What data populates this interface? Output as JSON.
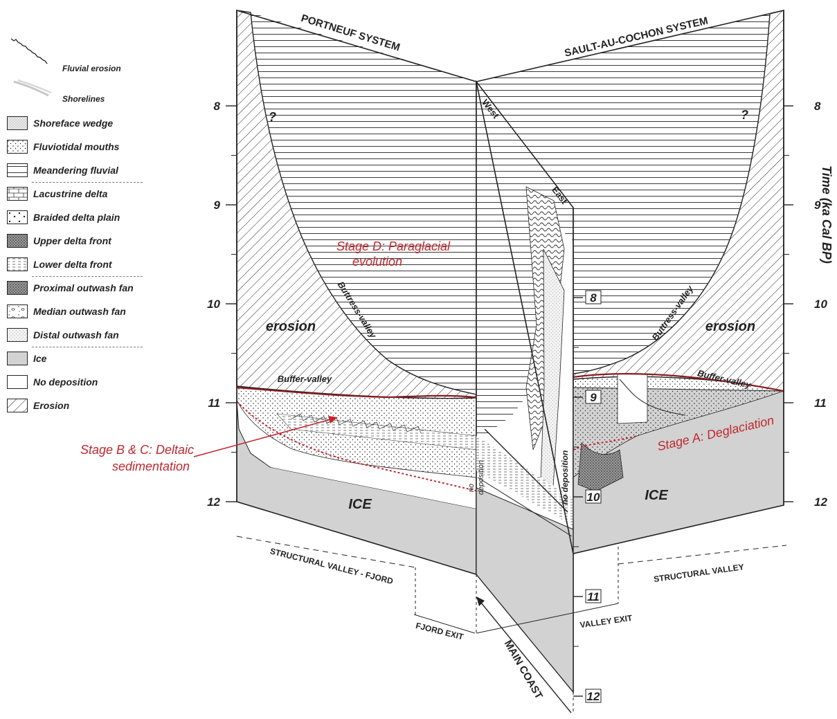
{
  "systems": {
    "left": "PORTNEUF SYSTEM",
    "right": "SAULT-AU-COCHON SYSTEM"
  },
  "axis": {
    "title": "Time (ka Cal BP)",
    "ticks_left": [
      "8",
      "9",
      "10",
      "11",
      "12"
    ],
    "ticks_right": [
      "8",
      "9",
      "10",
      "11",
      "12"
    ],
    "ticks_center": [
      "8",
      "9",
      "10",
      "11",
      "12"
    ]
  },
  "legend": {
    "fluvial_erosion": "Fluvial erosion",
    "shorelines": "Shorelines",
    "items": [
      "Shoreface wedge",
      "Fluviotidal mouths",
      "Meandering fluvial",
      "Lacustrine delta",
      "Braided delta plain",
      "Upper delta front",
      "Lower delta front",
      "Proximal outwash fan",
      "Median outwash fan",
      "Distal outwash fan",
      "Ice",
      "No deposition",
      "Erosion"
    ]
  },
  "labels": {
    "erosion_left": "erosion",
    "erosion_right": "erosion",
    "buttress_left": "Buttress-valley",
    "buttress_right": "Buttress-valley",
    "buffer_left": "Buffer-valley",
    "buffer_right": "Buffer-valley",
    "ice_left": "ICE",
    "ice_right": "ICE",
    "west": "West",
    "east": "East",
    "no_dep_left_1": "no",
    "no_dep_left_2": "deposition",
    "no_dep_right": "no deposition",
    "question": "?",
    "stage_a": "Stage A: Deglaciation",
    "stage_bc_1": "Stage B & C: Deltaic",
    "stage_bc_2": "sedimentation",
    "stage_d_1": "Stage D: Paraglacial",
    "stage_d_2": "evolution",
    "structural_fjord": "STRUCTURAL VALLEY - FJORD",
    "structural_valley": "STRUCTURAL VALLEY",
    "fjord_exit": "FJORD EXIT",
    "valley_exit": "VALLEY EXIT",
    "main_coast": "MAIN COAST"
  },
  "colors": {
    "stage": "#c0272d",
    "ice": "#d2d2d2",
    "line": "#222222"
  }
}
